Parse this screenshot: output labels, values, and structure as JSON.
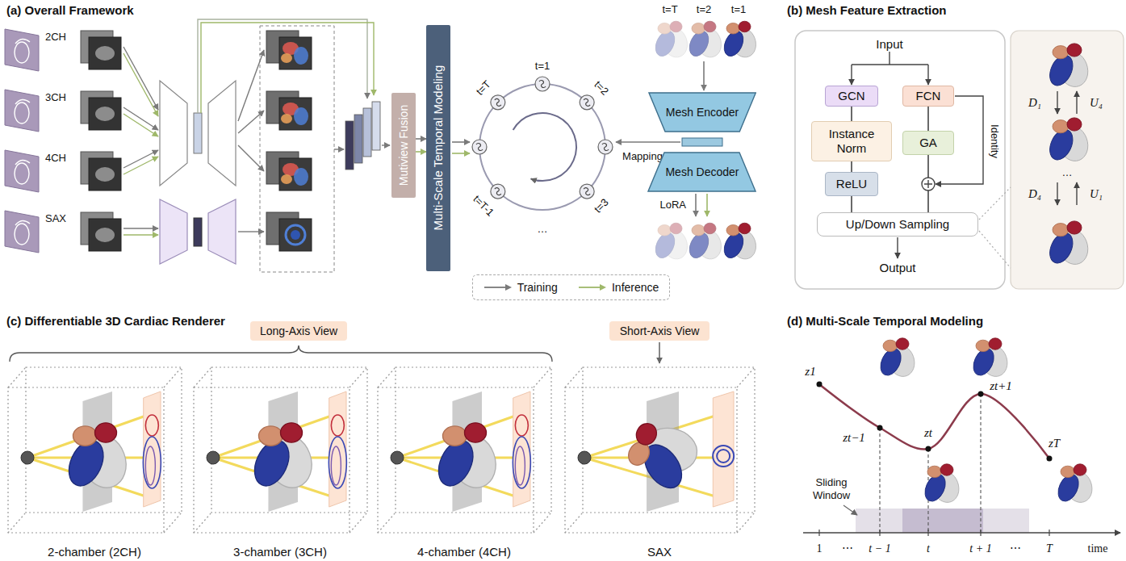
{
  "diagram": {
    "nodes": [
      {
        "text": [
          "Mutiview Fusion"
        ]
      },
      {
        "text": [
          "Multi-Scale Temporal Modeling"
        ]
      },
      {
        "text": [
          "Mesh Encoder"
        ]
      },
      {
        "text": [
          "Mesh Decoder"
        ]
      },
      {
        "text": [
          "GCN"
        ]
      },
      {
        "text": [
          "FCN"
        ]
      },
      {
        "text": [
          "Instance Norm"
        ]
      },
      {
        "text": [
          "GA"
        ]
      },
      {
        "text": [
          "ReLU"
        ]
      },
      {
        "text": [
          "Up/Down Sampling"
        ]
      },
      {
        "text": [
          "Long-Axis View"
        ]
      },
      {
        "text": [
          "Short-Axis View"
        ]
      }
    ],
    "edges": [
      {
        "from": 0,
        "to": 1,
        "arrow": "to"
      },
      {
        "from": 0,
        "to": 1,
        "arrow": "to"
      },
      {
        "from": 4,
        "to": 6,
        "arrow": "none"
      },
      {
        "from": 6,
        "to": 8,
        "arrow": "none"
      },
      {
        "from": 8,
        "to": 9,
        "arrow": "none"
      },
      {
        "from": 5,
        "to": 7,
        "arrow": "none"
      },
      {
        "from": 7,
        "to": 9,
        "arrow": "none"
      }
    ],
    "labels": [
      "(a) Overall Framework",
      "2CH",
      "3CH",
      "4CH",
      "SAX",
      "t=1",
      "t=2",
      "t=3",
      "…",
      "t=T-1",
      "t=T",
      "t=T",
      "t=2",
      "t=1",
      "Mapping",
      "LoRA",
      "(b) Mesh Feature Extraction",
      "Input",
      "Identity",
      "Output",
      "D₁",
      "U₄",
      "…",
      "D₄",
      "U₁",
      "(c) Differentiable 3D Cardiac Renderer",
      "2-chamber (2CH)",
      "3-chamber (3CH)",
      "4-chamber (4CH)",
      "SAX",
      "(d) Multi-Scale Temporal Modeling",
      "z1",
      "zt−1",
      "zt",
      "zt+1",
      "zT",
      "Sliding Window",
      "1",
      "⋯",
      "t − 1",
      "t",
      "t + 1",
      "⋯",
      "T",
      "time"
    ],
    "legend": [
      {
        "text": "Training"
      },
      {
        "text": "Inference"
      }
    ]
  }
}
